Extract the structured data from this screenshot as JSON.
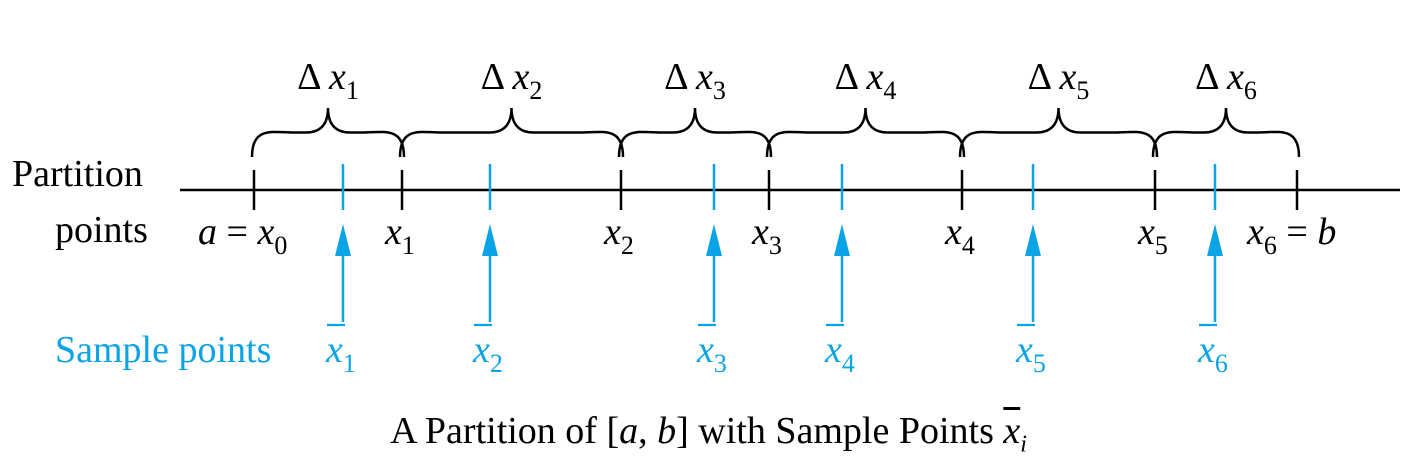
{
  "labels": {
    "partition_line1": "Partition",
    "partition_line2": "points",
    "sample": "Sample points"
  },
  "caption": {
    "text_before": "A Partition of [",
    "var_a": "a",
    "comma": ", ",
    "var_b": "b",
    "text_after": "] with Sample Points ",
    "xbar": "x",
    "xbar_sub": "i"
  },
  "symbols": {
    "delta": "Δ",
    "var": "x",
    "a": "a",
    "b": "b",
    "equals": "="
  },
  "partitions": [
    {
      "sub": "0",
      "left_prefix": true
    },
    {
      "sub": "1"
    },
    {
      "sub": "2"
    },
    {
      "sub": "3"
    },
    {
      "sub": "4"
    },
    {
      "sub": "5"
    },
    {
      "sub": "6",
      "right_suffix": true
    }
  ],
  "intervals": [
    {
      "sub": "1"
    },
    {
      "sub": "2"
    },
    {
      "sub": "3"
    },
    {
      "sub": "4"
    },
    {
      "sub": "5"
    },
    {
      "sub": "6"
    }
  ],
  "samples": [
    {
      "sub": "1"
    },
    {
      "sub": "2"
    },
    {
      "sub": "3"
    },
    {
      "sub": "4"
    },
    {
      "sub": "5"
    },
    {
      "sub": "6"
    }
  ],
  "colors": {
    "ink": "#000000",
    "sample": "#0aa3e6"
  }
}
